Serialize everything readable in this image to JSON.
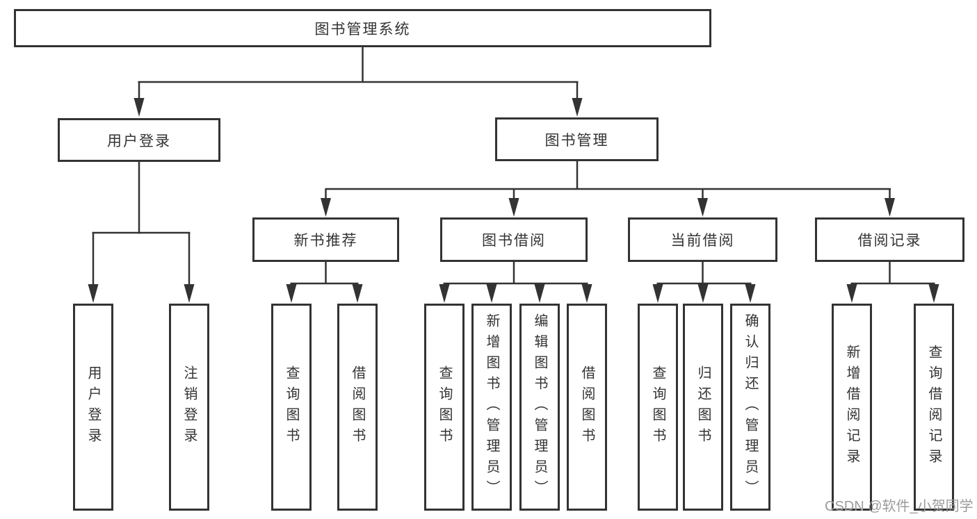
{
  "diagram": {
    "title": "图书管理系统",
    "root": {
      "label": "图书管理系统"
    },
    "branches": [
      {
        "label": "用户登录",
        "children": [
          "用户登录",
          "注销登录"
        ]
      },
      {
        "label": "图书管理",
        "groups": [
          {
            "label": "新书推荐",
            "children": [
              "查询图书",
              "借阅图书"
            ]
          },
          {
            "label": "图书借阅",
            "children": [
              "查询图书",
              "新增图书（管理员）",
              "编辑图书（管理员）",
              "借阅图书"
            ]
          },
          {
            "label": "当前借阅",
            "children": [
              "查询图书",
              "归还图书",
              "确认归还（管理员）"
            ]
          },
          {
            "label": "借阅记录",
            "children": [
              "新增借阅记录",
              "查询借阅记录"
            ]
          }
        ]
      }
    ],
    "watermark": "CSDN @软件_小贺同学",
    "colors": {
      "line": "#333333",
      "box_border": "#333333",
      "box_bg": "#ffffff",
      "text": "#333333",
      "watermark": "#9b9b9b",
      "background": "#ffffff"
    }
  }
}
